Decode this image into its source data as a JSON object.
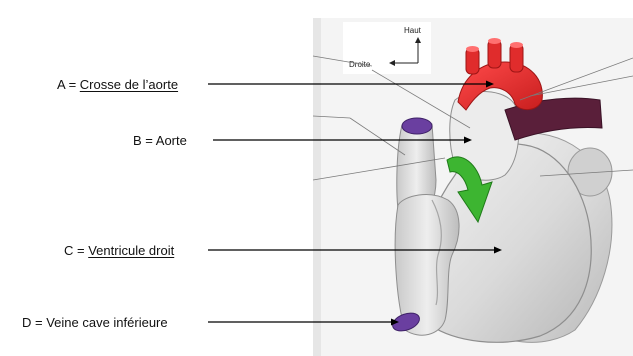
{
  "labels": {
    "a": {
      "prefix": "A = ",
      "term": "Crosse de l’aorte"
    },
    "b": {
      "text": "B = Aorte"
    },
    "c": {
      "prefix": "C = ",
      "term": "Ventricule droit"
    },
    "d": {
      "text": "D = Veine cave inférieure"
    }
  },
  "orientation": {
    "up": "Haut",
    "right": "Droite"
  },
  "colors": {
    "aortic_arch": "#e32d2d",
    "pulmonary_artery": "#5a1f3a",
    "vena_cava": "#6a3fa0",
    "arrow": "#3db531",
    "heart": "#dcdcdc",
    "photo_background": "#f5f5f5"
  }
}
